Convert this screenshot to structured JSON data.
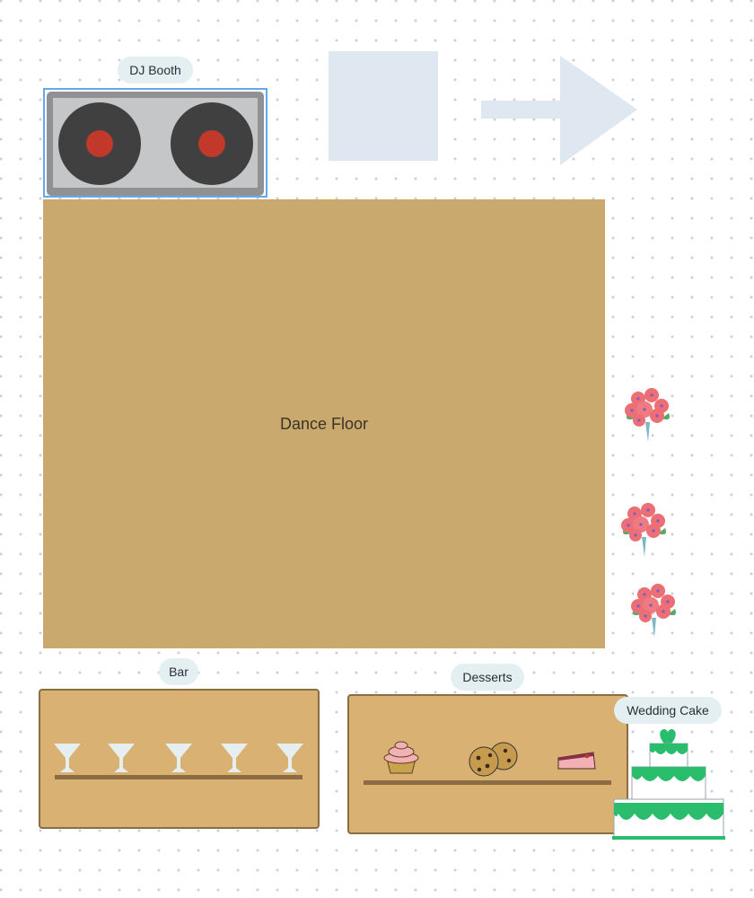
{
  "labels": {
    "dj_booth": "DJ Booth",
    "dance_floor": "Dance Floor",
    "bar": "Bar",
    "desserts": "Desserts",
    "wedding_cake": "Wedding Cake"
  },
  "colors": {
    "dance_floor": "#c9a96e",
    "table": "#d9b173",
    "table_border": "#8b6d43",
    "placeholder_shape": "#dfe7f1",
    "selection": "#64a8ee",
    "cake_green": "#2bbd6e",
    "flower": "#ec6f76",
    "turntable_body": "#c4c6c8",
    "turntable_record": "#404040",
    "turntable_label": "#c0392b"
  },
  "icons": {
    "turntable": "turntable-icon",
    "bouquet": "flower-bouquet-icon",
    "glass": "martini-glass-icon",
    "cupcake": "cupcake-icon",
    "cookies": "cookies-icon",
    "cake_slice": "cake-slice-icon",
    "wedding_cake": "wedding-cake-icon"
  }
}
